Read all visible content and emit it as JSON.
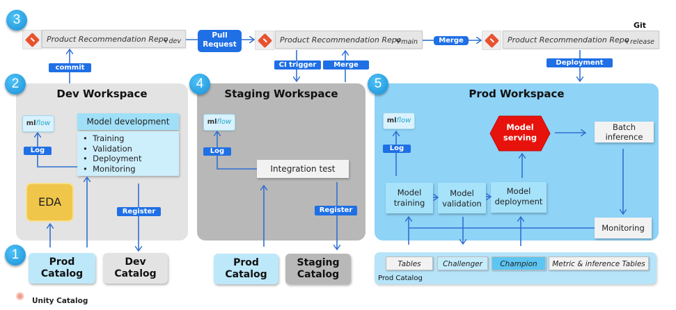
{
  "steps": [
    "3",
    "2",
    "4",
    "5",
    "1"
  ],
  "git": {
    "label": "Git",
    "repos": [
      {
        "name": "Product Recommendation Repo",
        "branch": "dev"
      },
      {
        "name": "Product Recommendation Repo",
        "branch": "main"
      },
      {
        "name": "Product Recommendation Repo",
        "branch": "release"
      }
    ],
    "actions": {
      "commit": "commit",
      "pull_request_line1": "Pull",
      "pull_request_line2": "Request",
      "merge_top": "Merge",
      "ci_trigger": "CI trigger",
      "merge_up": "Merge",
      "deployment": "Deployment"
    }
  },
  "dev_workspace": {
    "title": "Dev Workspace",
    "mlflow": {
      "ml": "ml",
      "flow": "flow"
    },
    "log": "Log",
    "model_development": {
      "title": "Model development",
      "items": [
        "Training",
        "Validation",
        "Deployment",
        "Monitoring"
      ]
    },
    "eda": "EDA",
    "register": "Register"
  },
  "staging_workspace": {
    "title": "Staging Workspace",
    "mlflow": {
      "ml": "ml",
      "flow": "flow"
    },
    "log": "Log",
    "integration_test": "Integration test",
    "register": "Register"
  },
  "prod_workspace": {
    "title": "Prod Workspace",
    "mlflow": {
      "ml": "ml",
      "flow": "flow"
    },
    "log": "Log",
    "model_serving_line1": "Model",
    "model_serving_line2": "serving",
    "batch_inference_line1": "Batch",
    "batch_inference_line2": "inference",
    "model_training_line1": "Model",
    "model_training_line2": "training",
    "model_validation_line1": "Model",
    "model_validation_line2": "validation",
    "model_deployment_line1": "Model",
    "model_deployment_line2": "deployment",
    "monitoring": "Monitoring"
  },
  "catalogs": {
    "dev_section": [
      {
        "line1": "Prod",
        "line2": "Catalog"
      },
      {
        "line1": "Dev",
        "line2": "Catalog"
      }
    ],
    "staging_section": [
      {
        "line1": "Prod",
        "line2": "Catalog"
      },
      {
        "line1": "Staging",
        "line2": "Catalog"
      }
    ],
    "prod_catalog": {
      "label": "Prod Catalog",
      "chips": [
        "Tables",
        "Challenger",
        "Champion",
        "Metric & inference Tables"
      ]
    }
  },
  "unity_catalog": "Unity Catalog",
  "colors": {
    "accent_blue": "#1f6fe5",
    "prod_blue": "#8fd3f7",
    "dev_gray": "#e3e3e3",
    "staging_gray": "#b8b8b8",
    "serving_red": "#e8120c",
    "eda_yellow": "#f0c64a",
    "git_orange": "#e8522f"
  }
}
